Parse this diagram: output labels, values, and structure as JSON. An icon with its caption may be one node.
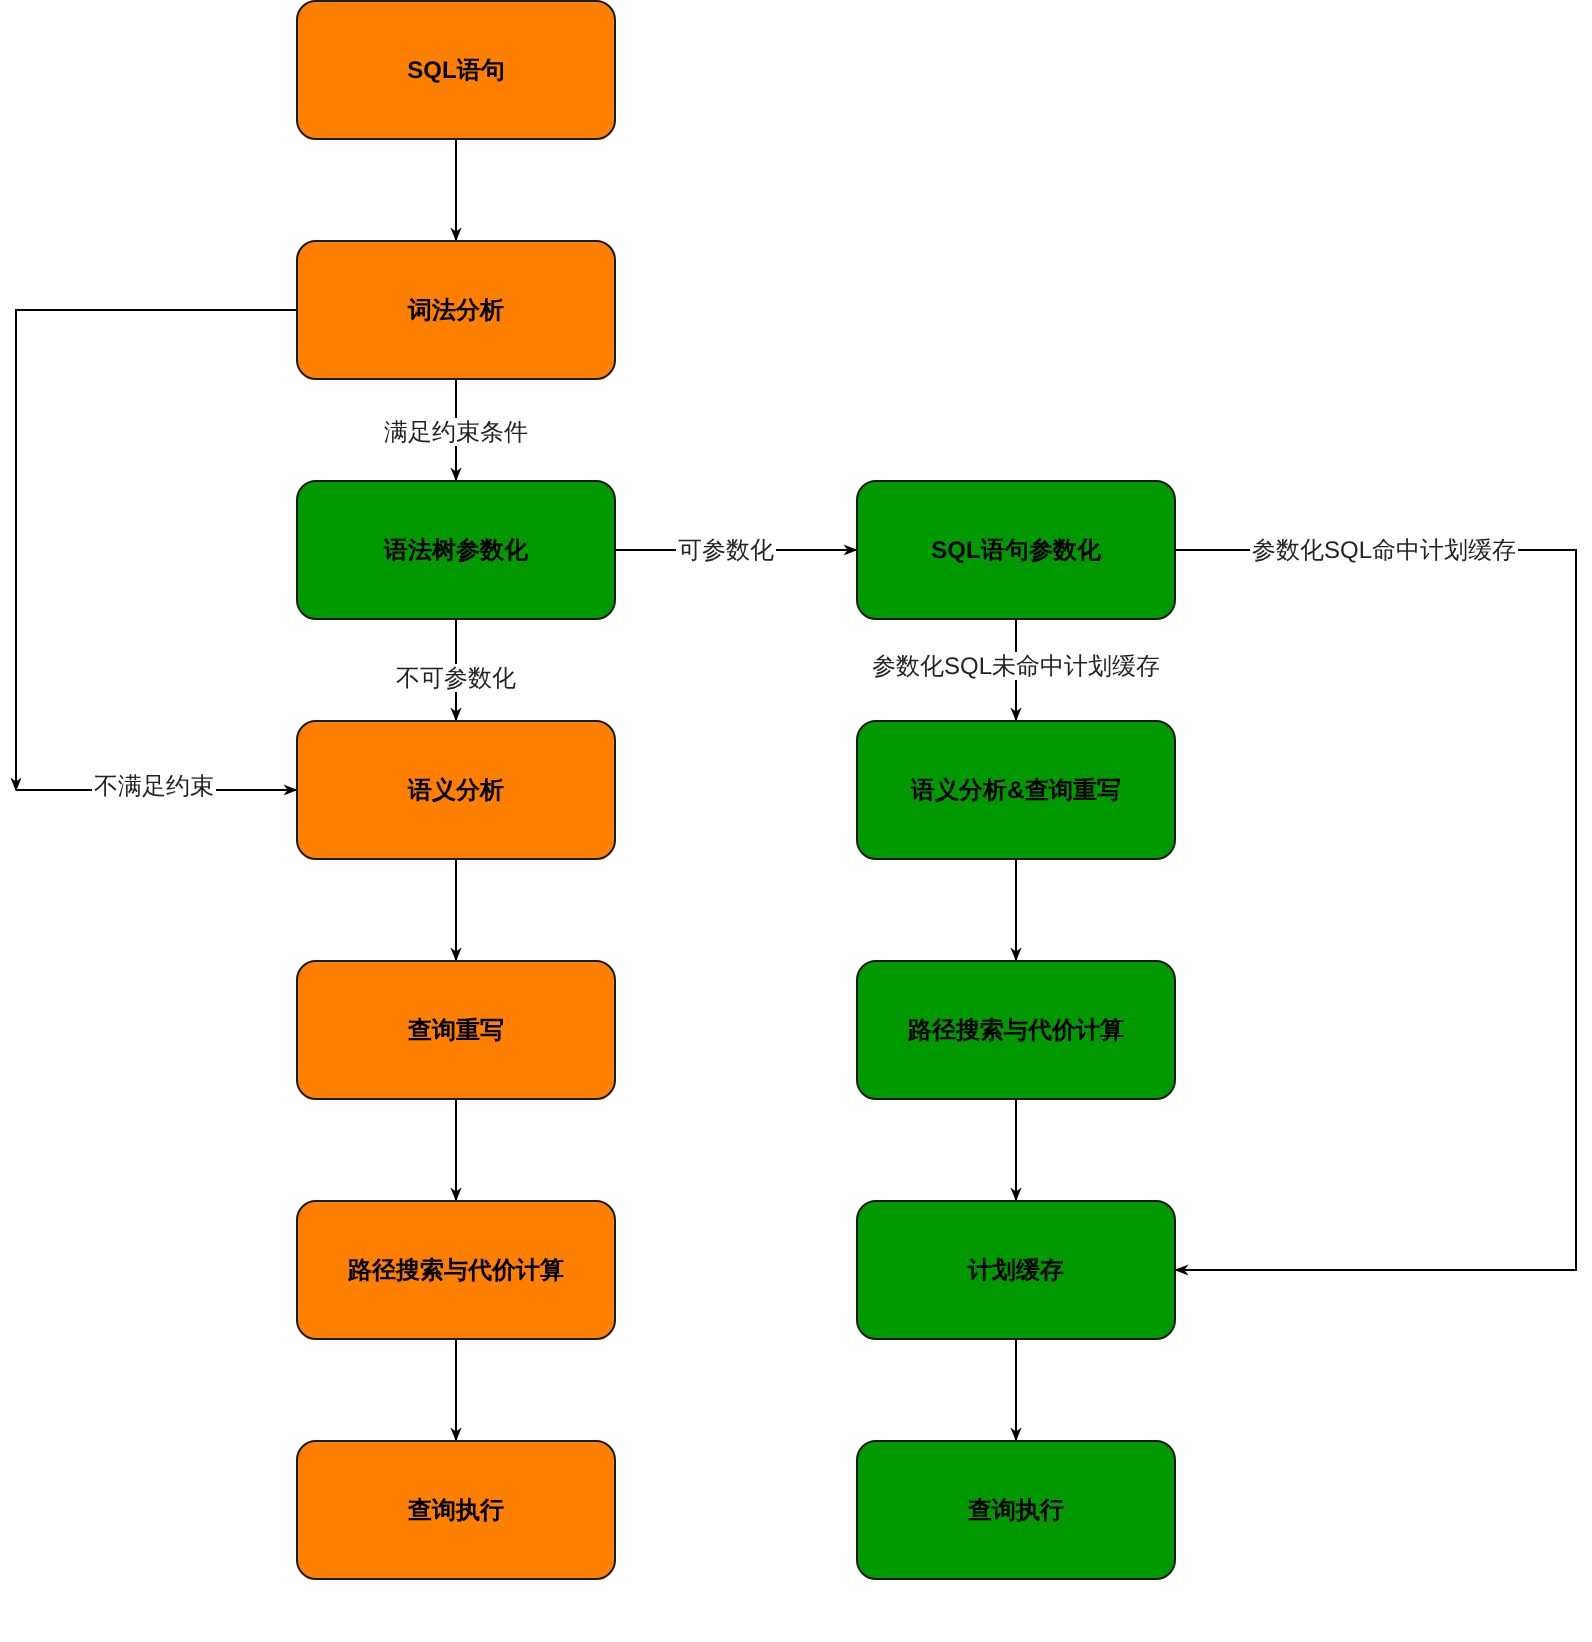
{
  "diagram": {
    "nodes": [
      {
        "text": [
          "SQL语句"
        ]
      },
      {
        "text": [
          "词法分析"
        ]
      },
      {
        "text": [
          "语法树参数化"
        ]
      },
      {
        "text": [
          "SQL语句参数化"
        ]
      },
      {
        "text": [
          "语义分析"
        ]
      },
      {
        "text": [
          "语义分析&查询重写"
        ]
      },
      {
        "text": [
          "查询重写"
        ]
      },
      {
        "text": [
          "路径搜索与代价计算"
        ]
      },
      {
        "text": [
          "路径搜索与代价计算"
        ]
      },
      {
        "text": [
          "计划缓存"
        ]
      },
      {
        "text": [
          "查询执行"
        ]
      },
      {
        "text": [
          "查询执行"
        ]
      }
    ],
    "edges": [
      {
        "from": 0,
        "to": 1,
        "arrow": "to"
      },
      {
        "from": 1,
        "to": 2,
        "label": "满足约束条件",
        "arrow": "to"
      },
      {
        "from": 2,
        "to": 3,
        "label": "可参数化",
        "arrow": "to"
      },
      {
        "from": 2,
        "to": 4,
        "label": "不可参数化",
        "arrow": "to"
      },
      {
        "from": 1,
        "to": null,
        "arrow": "to"
      },
      {
        "from": null,
        "to": 4,
        "label": "不满足约束",
        "arrow": "to"
      },
      {
        "from": 3,
        "to": 5,
        "label": "参数化SQL未命中计划缓存",
        "arrow": "to"
      },
      {
        "from": 3,
        "to": 9,
        "label": "参数化SQL命中计划缓存",
        "arrow": "to"
      },
      {
        "from": 4,
        "to": 6,
        "arrow": "to"
      },
      {
        "from": 6,
        "to": 8,
        "arrow": "to"
      },
      {
        "from": 8,
        "to": 10,
        "arrow": "to"
      },
      {
        "from": 5,
        "to": 7,
        "arrow": "to"
      },
      {
        "from": 7,
        "to": 9,
        "arrow": "to"
      },
      {
        "from": 9,
        "to": 11,
        "arrow": "to"
      }
    ]
  }
}
